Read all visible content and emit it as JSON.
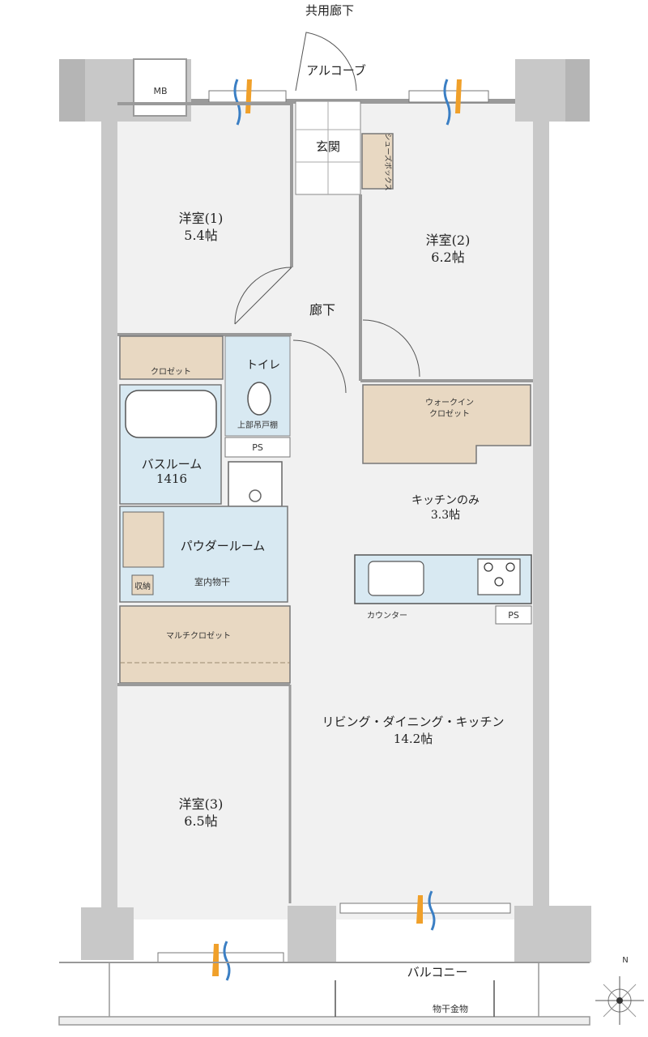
{
  "labels": {
    "corridor_shared": "共用廊下",
    "alcove": "アルコーブ",
    "mb": "MB",
    "entrance": "玄関",
    "shoe_box": "シューズボックス",
    "room1_name": "洋室(1)",
    "room1_size": "5.4帖",
    "room2_name": "洋室(2)",
    "room2_size": "6.2帖",
    "hallway": "廊下",
    "toilet": "トイレ",
    "upper_cabinet": "上部吊戸棚",
    "closet": "クロゼット",
    "walkin_line1": "ウォークイン",
    "walkin_line2": "クロゼット",
    "ps1": "PS",
    "bathroom_name": "バスルーム",
    "bathroom_size": "1416",
    "kitchen_name": "キッチンのみ",
    "kitchen_size": "3.3帖",
    "powder_room": "パウダールーム",
    "indoor_drying": "室内物干",
    "storage": "収納",
    "counter": "カウンター",
    "ps2": "PS",
    "multi_closet": "マルチクロゼット",
    "ldk_name": "リビング・ダイニング・キッチン",
    "ldk_size": "14.2帖",
    "room3_name": "洋室(3)",
    "room3_size": "6.5帖",
    "balcony": "バルコニー",
    "drying_hardware": "物干金物",
    "north": "N"
  },
  "colors": {
    "wall": "#c8c8c8",
    "wall_dark": "#9a9a9a",
    "floor": "#f1f1f1",
    "wet": "#d8e9f2",
    "closet": "#e8d8c2",
    "arrow_blue": "#3b7fc4",
    "arrow_orange": "#f0a02a"
  }
}
